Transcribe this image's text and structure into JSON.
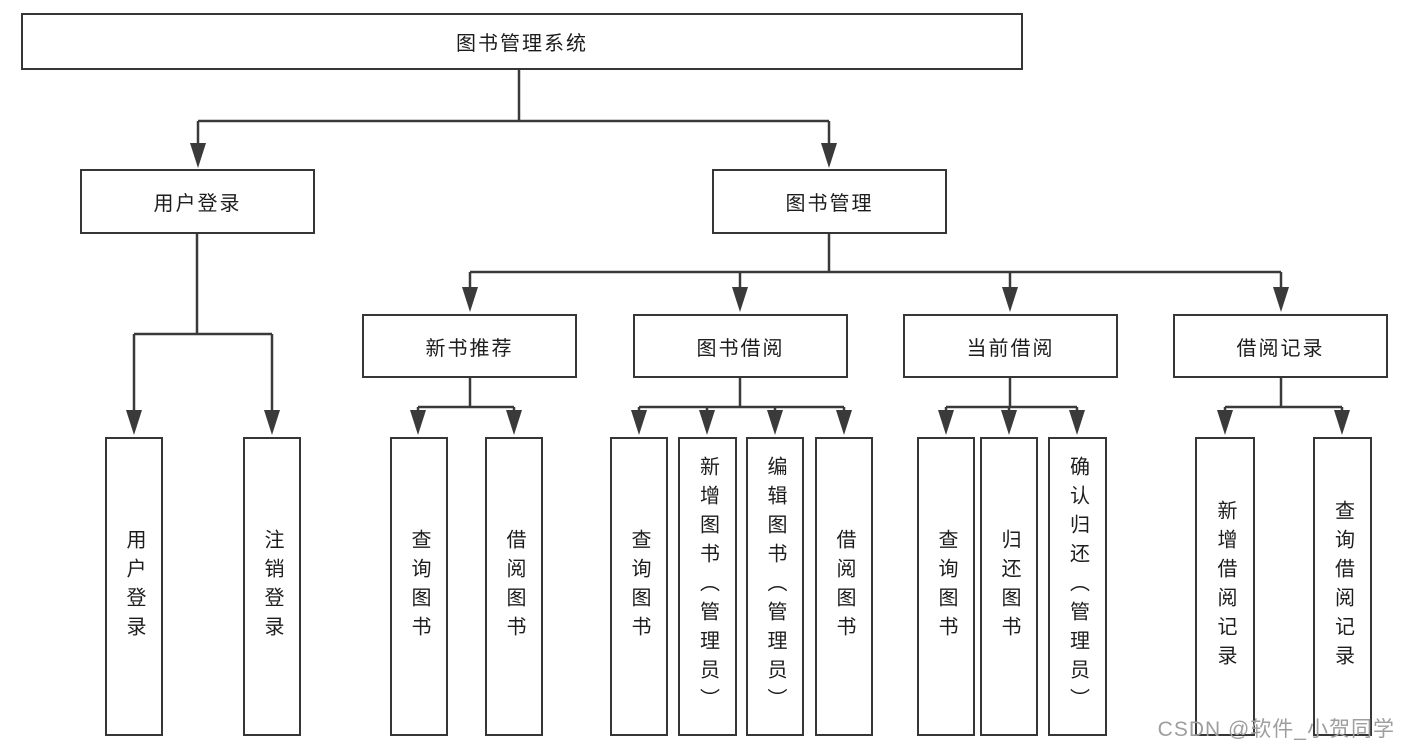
{
  "diagram": {
    "root": {
      "label": "图书管理系统"
    },
    "level1": [
      {
        "label": "用户登录"
      },
      {
        "label": "图书管理"
      }
    ],
    "level2": [
      {
        "label": "新书推荐"
      },
      {
        "label": "图书借阅"
      },
      {
        "label": "当前借阅"
      },
      {
        "label": "借阅记录"
      }
    ],
    "leaves": {
      "user_login": [
        "用户登录",
        "注销登录"
      ],
      "new_book": [
        "查询图书",
        "借阅图书"
      ],
      "book_borrow": [
        "查询图书",
        "新增图书（管理员）",
        "编辑图书（管理员）",
        "借阅图书"
      ],
      "current_borrow": [
        "查询图书",
        "归还图书",
        "确认归还（管理员）"
      ],
      "borrow_records": [
        "新增借阅记录",
        "查询借阅记录"
      ]
    }
  },
  "watermark": "CSDN @软件_小贺同学",
  "colors": {
    "line": "#3a3a3a",
    "text": "#1d1d1f",
    "watermark": "#9e9e9e",
    "background": "#ffffff"
  }
}
